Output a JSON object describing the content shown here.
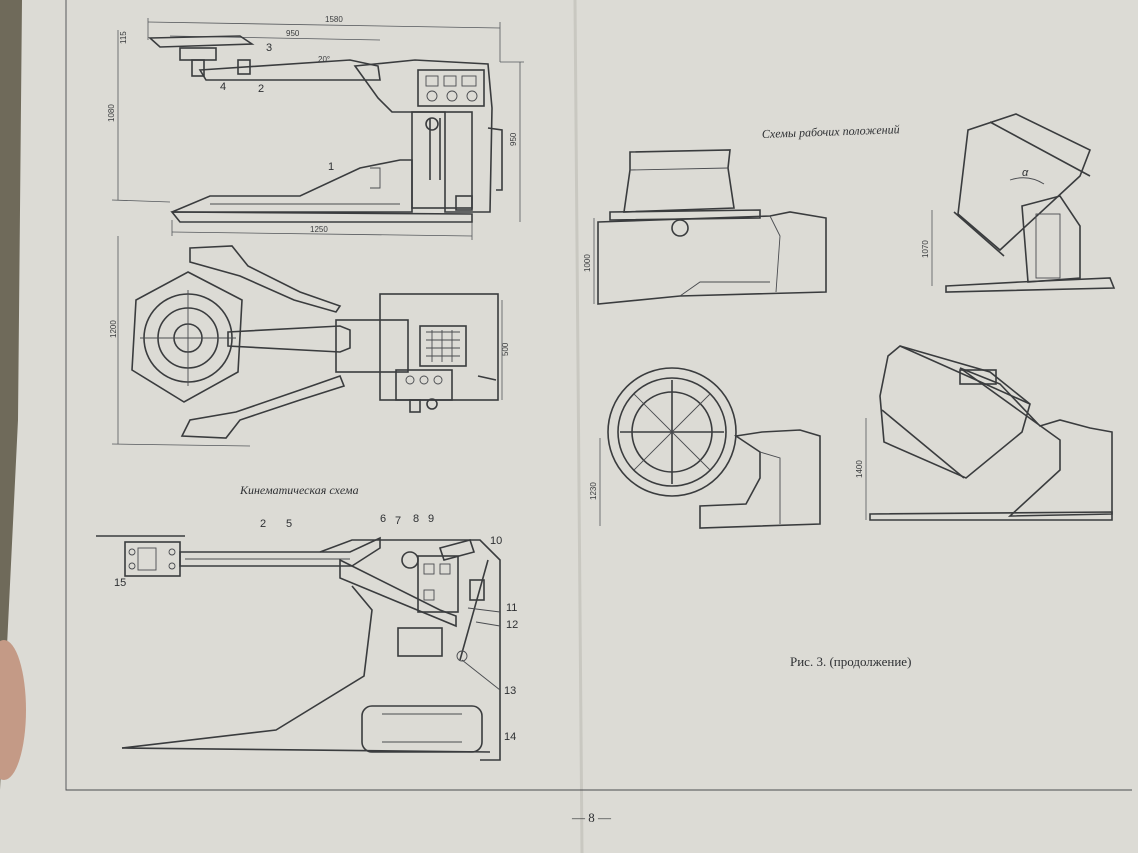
{
  "titles": {
    "kinematic": "Кинематическая схема",
    "positions": "Схемы рабочих положений",
    "caption": "Рис. 3. (продолжение)",
    "page_number": "— 8 —"
  },
  "dimensions": {
    "top_total": "1580",
    "top_arm": "950",
    "top_offset": "115",
    "left_height": "1080",
    "right_height": "950",
    "base_length": "1250",
    "plan_width": "1200",
    "plan_body": "500",
    "angle": "20°",
    "pos1_height": "1000",
    "pos2_height": "1070",
    "pos3_height": "1230",
    "pos4_height": "1400",
    "alpha": "α"
  },
  "side_labels": {
    "l1": "1",
    "l2": "2",
    "l3": "3",
    "l4": "4"
  },
  "kinematic_labels": {
    "n2": "2",
    "n5": "5",
    "n6": "6",
    "n7": "7",
    "n8": "8",
    "n9": "9",
    "n10": "10",
    "n11": "11",
    "n12": "12",
    "n13": "13",
    "n14": "14",
    "n15": "15"
  }
}
